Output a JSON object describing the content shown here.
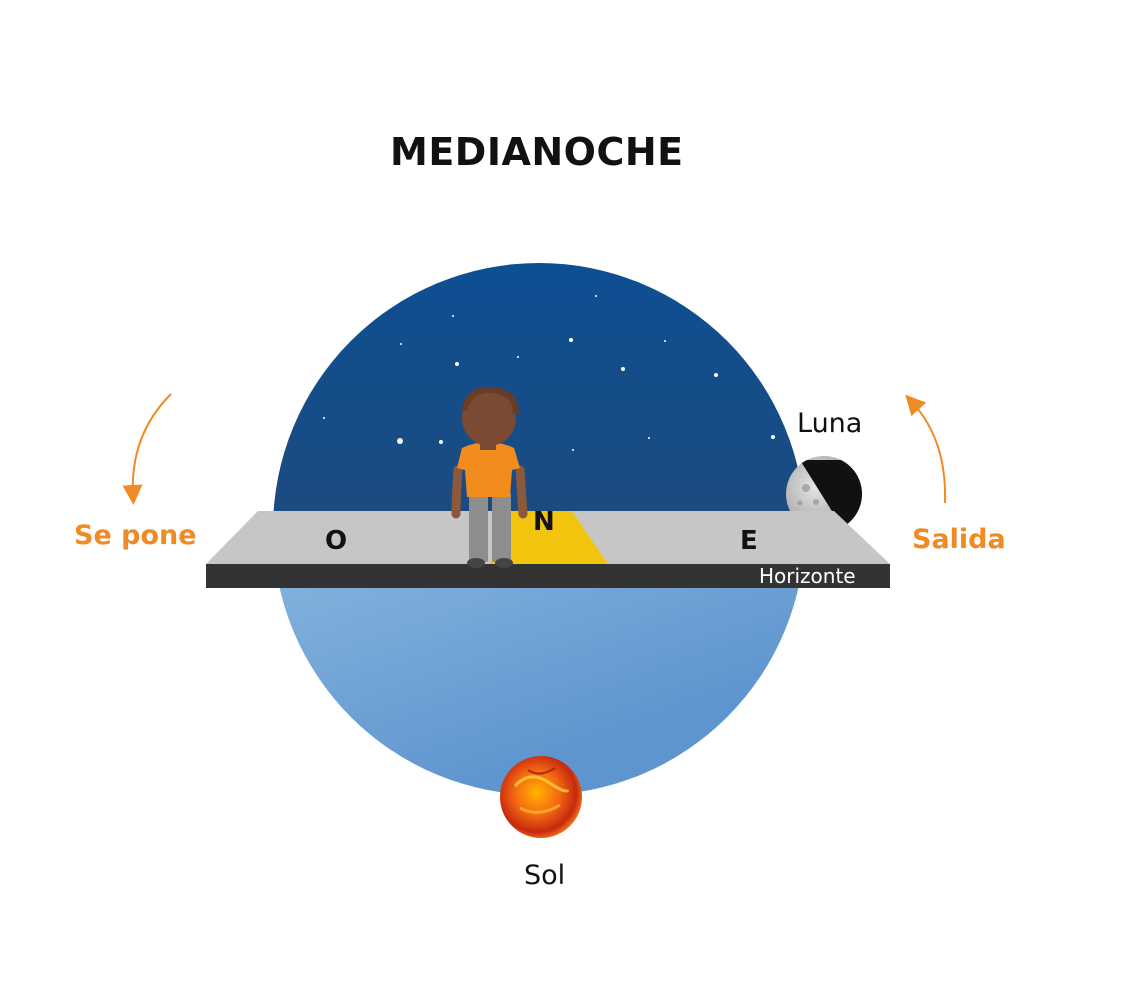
{
  "title": "MEDIANOCHE",
  "labels": {
    "set": "Se pone",
    "rise": "Salida",
    "moon": "Luna",
    "sun": "Sol",
    "horizon": "Horizonte"
  },
  "directions": {
    "west": "O",
    "north": "N",
    "east": "E"
  },
  "colors": {
    "sky_top": "#0d4f92",
    "sky_bottom": "#1e2632",
    "underground_light": "#a7c8ea",
    "underground_dark": "#6f9fd5",
    "platform": "#c6c6c6",
    "horizon_band": "#333333",
    "accent": "#f08a24",
    "observer_shadow": "#f2c40e"
  },
  "icons": [
    "observer-figure-icon",
    "moon-icon",
    "sun-icon",
    "curved-arrow-down-icon",
    "curved-arrow-up-icon",
    "star-icon"
  ]
}
